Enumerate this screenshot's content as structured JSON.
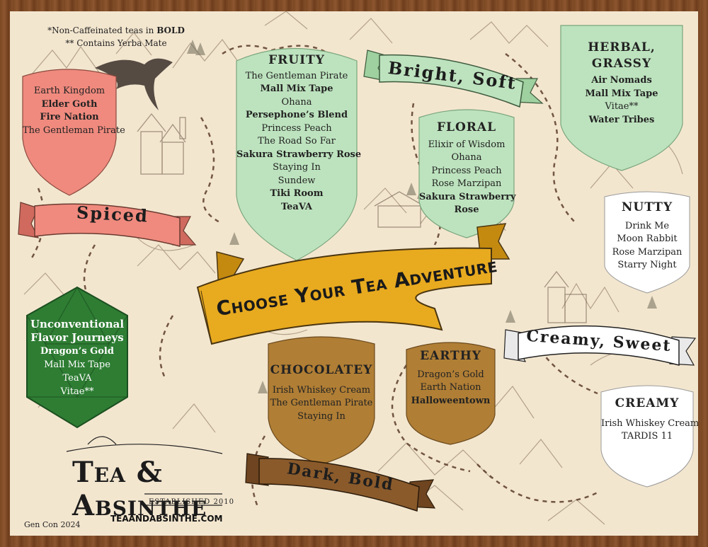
{
  "legend": {
    "line1_prefix": "*Non-Caffeinated teas in ",
    "line1_bold": "BOLD",
    "line2": "** Contains Yerba Mate"
  },
  "title": "Choose Your Tea Adventure",
  "banners": {
    "spiced": "Spiced",
    "bright_soft": "Bright, Soft",
    "creamy_sweet": "Creamy, Sweet",
    "dark_bold": "Dark, Bold"
  },
  "colors": {
    "spiced": "#f08a7e",
    "green": "#bde3be",
    "gold": "#e8aa1f",
    "brown": "#b07e35",
    "d20": "#2e7d33",
    "banner_brown": "#8a5a2b",
    "banner_white": "#ffffff"
  },
  "spiced_shield": {
    "items": [
      {
        "name": "Earth Kingdom",
        "bold": false
      },
      {
        "name": "Elder Goth",
        "bold": true
      },
      {
        "name": "Fire Nation",
        "bold": true
      },
      {
        "name": "The Gentleman Pirate",
        "bold": false
      }
    ]
  },
  "fruity": {
    "heading": "FRUITY",
    "items": [
      {
        "name": "The Gentleman Pirate",
        "bold": false
      },
      {
        "name": "Mall Mix Tape",
        "bold": true
      },
      {
        "name": "Ohana",
        "bold": false
      },
      {
        "name": "Persephone’s Blend",
        "bold": true
      },
      {
        "name": "Princess Peach",
        "bold": false
      },
      {
        "name": "The Road So Far",
        "bold": false
      },
      {
        "name": "Sakura Strawberry Rose",
        "bold": true
      },
      {
        "name": "Staying In",
        "bold": false
      },
      {
        "name": "Sundew",
        "bold": false
      },
      {
        "name": "Tiki Room",
        "bold": true
      },
      {
        "name": "TeaVA",
        "bold": true
      }
    ]
  },
  "floral": {
    "heading": "FLORAL",
    "items": [
      {
        "name": "Elixir of Wisdom",
        "bold": false
      },
      {
        "name": "Ohana",
        "bold": false
      },
      {
        "name": "Princess Peach",
        "bold": false
      },
      {
        "name": "Rose Marzipan",
        "bold": false
      },
      {
        "name": "Sakura Strawberry",
        "bold": true
      },
      {
        "name": "Rose",
        "bold": true
      }
    ]
  },
  "herbal": {
    "heading1": "HERBAL,",
    "heading2": "GRASSY",
    "items": [
      {
        "name": "Air Nomads",
        "bold": true
      },
      {
        "name": "Mall Mix Tape",
        "bold": true
      },
      {
        "name": "Vitae**",
        "bold": false
      },
      {
        "name": "Water Tribes",
        "bold": true
      }
    ]
  },
  "nutty": {
    "heading": "NUTTY",
    "items": [
      {
        "name": "Drink Me",
        "bold": false
      },
      {
        "name": "Moon Rabbit",
        "bold": false
      },
      {
        "name": "Rose Marzipan",
        "bold": false
      },
      {
        "name": "Starry Night",
        "bold": false
      }
    ]
  },
  "creamy": {
    "heading": "CREAMY",
    "items": [
      {
        "name": "Irish Whiskey Cream",
        "bold": false
      },
      {
        "name": "TARDIS 11",
        "bold": false
      }
    ]
  },
  "chocolatey": {
    "heading": "CHOCOLATEY",
    "items": [
      {
        "name": "Irish Whiskey Cream",
        "bold": false
      },
      {
        "name": "The Gentleman Pirate",
        "bold": false
      },
      {
        "name": "Staying In",
        "bold": false
      }
    ]
  },
  "earthy": {
    "heading": "EARTHY",
    "items": [
      {
        "name": "Dragon’s Gold",
        "bold": false
      },
      {
        "name": "Earth Nation",
        "bold": false
      },
      {
        "name": "Halloweentown",
        "bold": true
      }
    ]
  },
  "unconventional": {
    "heading1": "Unconventional",
    "heading2": "Flavor Journeys",
    "items": [
      {
        "name": "Dragon’s Gold",
        "bold": true
      },
      {
        "name": "Mall Mix Tape",
        "bold": false
      },
      {
        "name": "TeaVA",
        "bold": false
      },
      {
        "name": "Vitae**",
        "bold": false
      }
    ]
  },
  "logo": {
    "main": "Tea & Absinthe",
    "established": "ESTABLISHED 2010",
    "url": "TEAANDABSINTHE.COM"
  },
  "event": "Gen Con 2024"
}
